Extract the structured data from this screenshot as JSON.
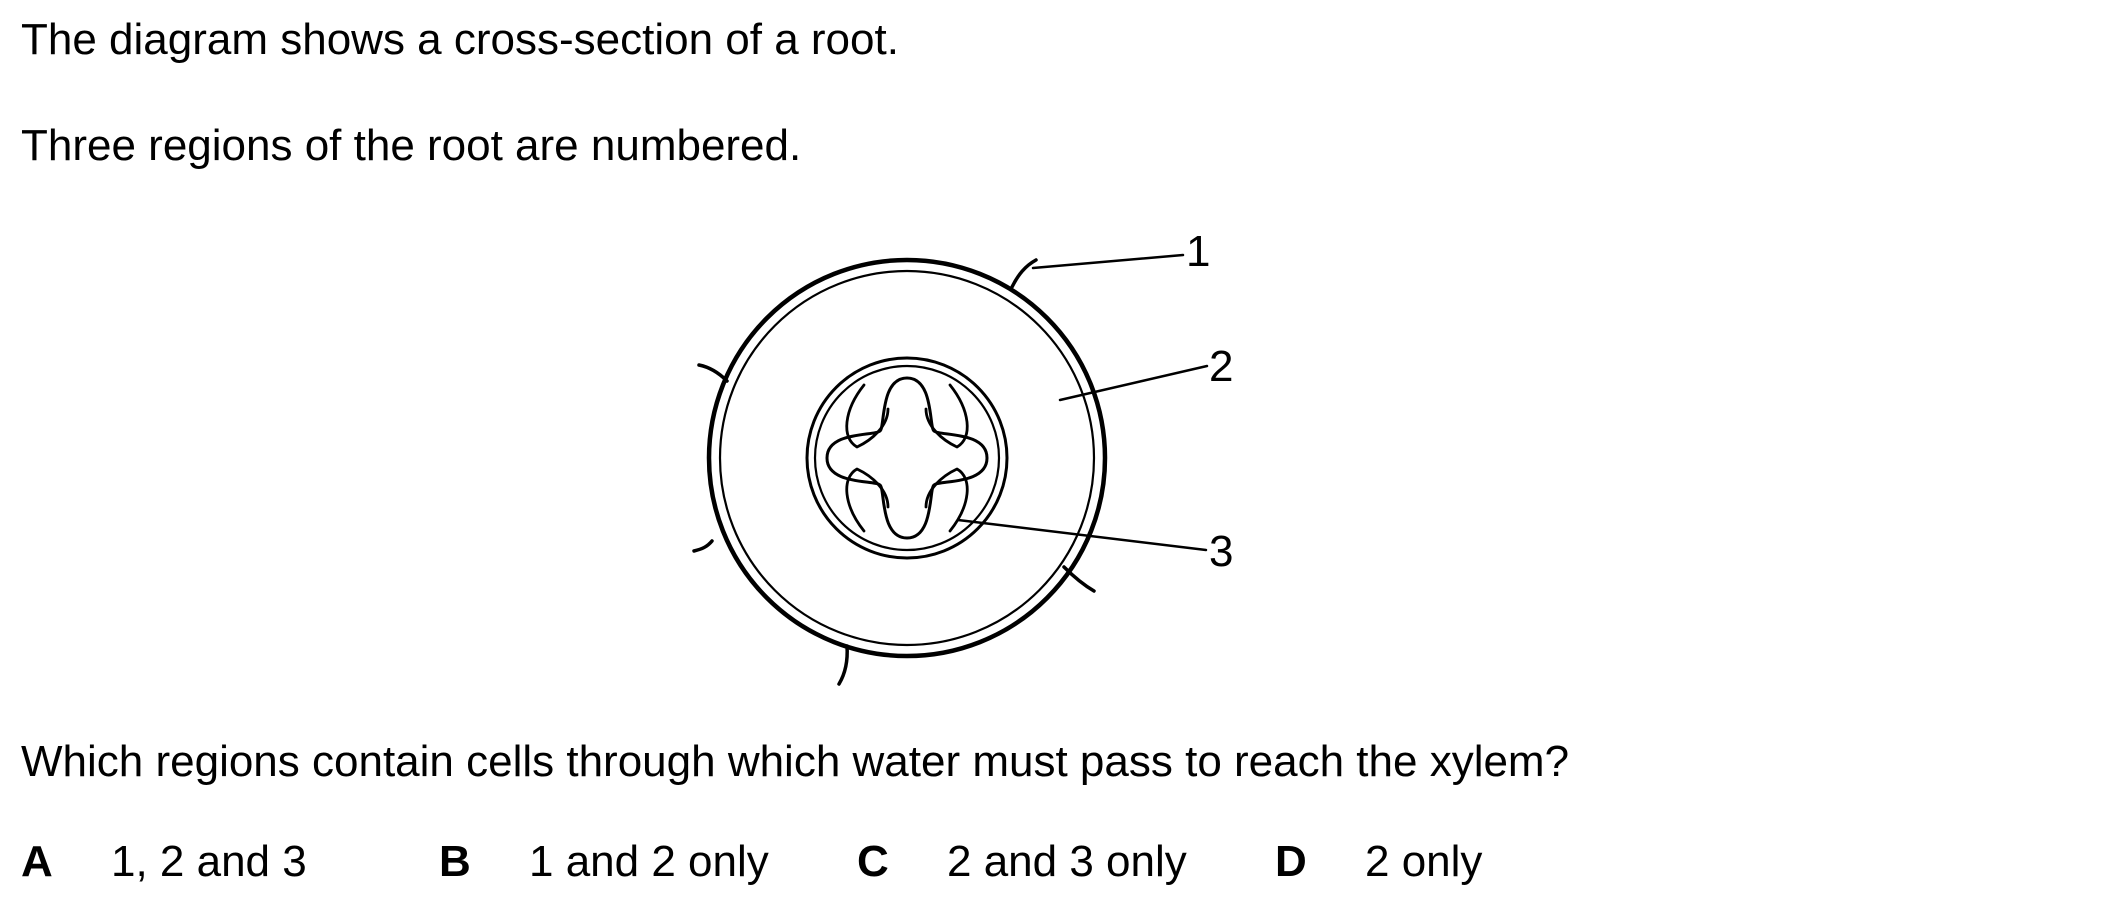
{
  "intro": "The diagram shows a cross-section of a root.",
  "regions_text": "Three regions of the root are numbered.",
  "diagram": {
    "labels": [
      "1",
      "2",
      "3"
    ]
  },
  "question": "Which regions contain cells through which water must pass to reach the xylem?",
  "options": [
    {
      "letter": "A",
      "text": "1, 2 and 3"
    },
    {
      "letter": "B",
      "text": "1 and 2 only"
    },
    {
      "letter": "C",
      "text": "2 and 3 only"
    },
    {
      "letter": "D",
      "text": "2 only"
    }
  ]
}
